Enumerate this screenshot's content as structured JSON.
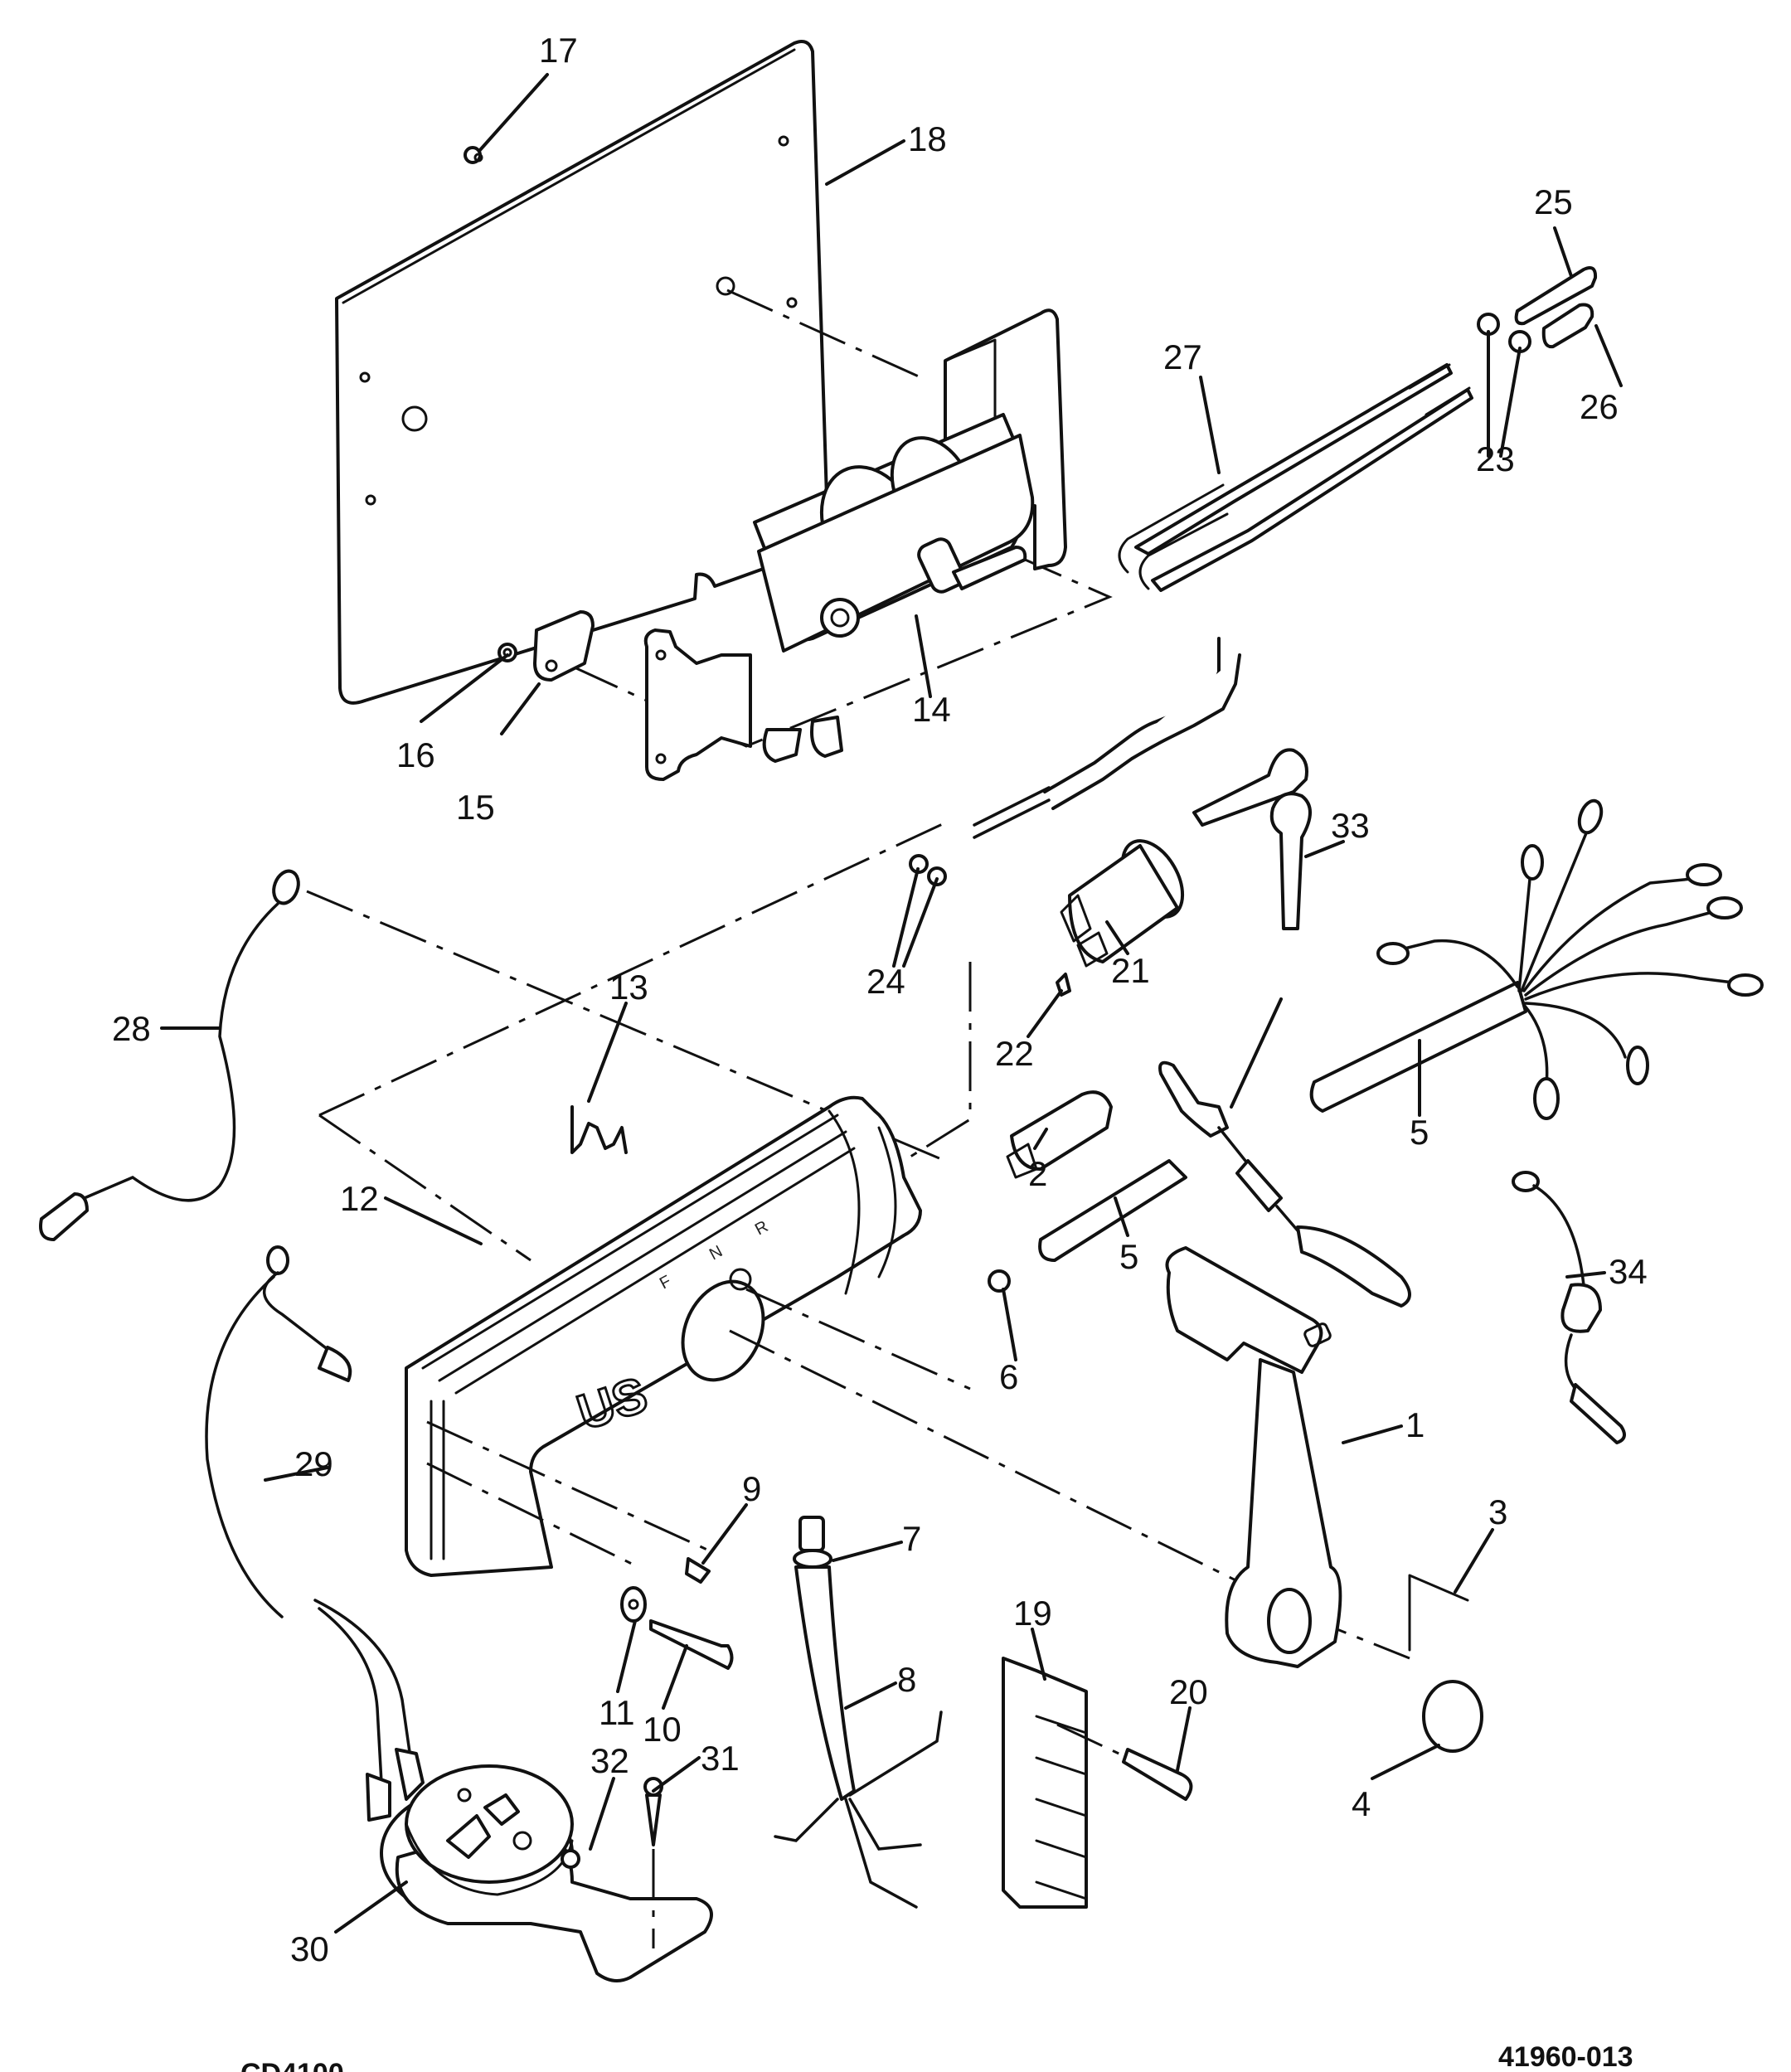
{
  "diagram": {
    "title": "Remote Control Exploded Parts Diagram",
    "reference_number": "41960-013",
    "cropped_footer_text": "CD4100",
    "housing_logo": "US",
    "shift_indicators": [
      "F",
      "N",
      "R"
    ],
    "callouts": [
      {
        "id": "c1",
        "label": "1",
        "part": "control-handle"
      },
      {
        "id": "c2",
        "label": "2",
        "part": "neutral-safety-switch"
      },
      {
        "id": "c3",
        "label": "3",
        "part": "retaining-pin"
      },
      {
        "id": "c4",
        "label": "4",
        "part": "handle-knob"
      },
      {
        "id": "c5a",
        "label": "5",
        "part": "wiring-harness-sleeve"
      },
      {
        "id": "c5b",
        "label": "5",
        "part": "wiring-harness"
      },
      {
        "id": "c6",
        "label": "6",
        "part": "retaining-clip"
      },
      {
        "id": "c7",
        "label": "7",
        "part": "grommet"
      },
      {
        "id": "c8",
        "label": "8",
        "part": "lead-wire-assembly"
      },
      {
        "id": "c9",
        "label": "9",
        "part": "screw"
      },
      {
        "id": "c10",
        "label": "10",
        "part": "mounting-screw"
      },
      {
        "id": "c11",
        "label": "11",
        "part": "washer"
      },
      {
        "id": "c12",
        "label": "12",
        "part": "control-housing"
      },
      {
        "id": "c13",
        "label": "13",
        "part": "spring-clip"
      },
      {
        "id": "c14",
        "label": "14",
        "part": "control-mechanism"
      },
      {
        "id": "c15",
        "label": "15",
        "part": "cable-anchor"
      },
      {
        "id": "c16",
        "label": "16",
        "part": "nut"
      },
      {
        "id": "c17",
        "label": "17",
        "part": "screw"
      },
      {
        "id": "c18",
        "label": "18",
        "part": "mounting-plate"
      },
      {
        "id": "c19",
        "label": "19",
        "part": "terminal-block"
      },
      {
        "id": "c20",
        "label": "20",
        "part": "terminal-block-screw"
      },
      {
        "id": "c21",
        "label": "21",
        "part": "ignition-switch"
      },
      {
        "id": "c22",
        "label": "22",
        "part": "switch-screw"
      },
      {
        "id": "c23a",
        "label": "23",
        "part": "cable-end-nuts"
      },
      {
        "id": "c23b",
        "label": "23",
        "part": "cable-end-nuts"
      },
      {
        "id": "c24",
        "label": "24",
        "part": "cable-end-pin"
      },
      {
        "id": "c25",
        "label": "25",
        "part": "cable-end-fitting"
      },
      {
        "id": "c26",
        "label": "26",
        "part": "control-cables"
      },
      {
        "id": "c27",
        "label": "27",
        "part": "ground-lead"
      },
      {
        "id": "c28",
        "label": "28",
        "part": "horn-lead"
      },
      {
        "id": "c29",
        "label": "29",
        "part": "warning-horn"
      },
      {
        "id": "c30",
        "label": "30",
        "part": "horn-mounting-screw"
      },
      {
        "id": "c31",
        "label": "31",
        "part": "horn-terminal-screw"
      },
      {
        "id": "c32",
        "label": "32",
        "part": "ignition-keys"
      },
      {
        "id": "c33",
        "label": "33",
        "part": "jumper-lead"
      },
      {
        "id": "c34",
        "label": "34",
        "part": "emergency-stop-lanyard"
      }
    ]
  }
}
